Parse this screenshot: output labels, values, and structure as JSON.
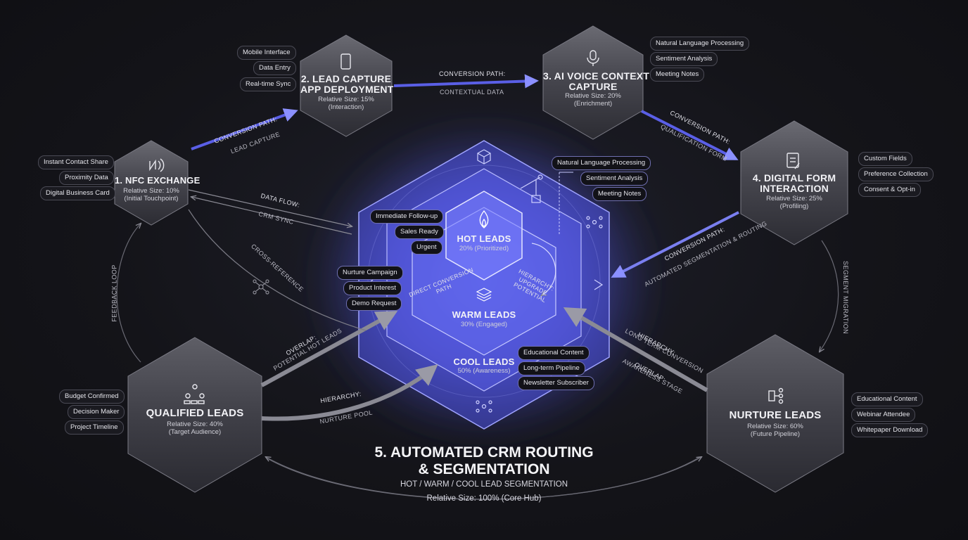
{
  "nodes": {
    "nfc": {
      "title": "1. NFC EXCHANGE",
      "size": "Relative Size: 10%",
      "role": "(Initial Touchpoint)",
      "tags": [
        "Instant Contact Share",
        "Proximity Data",
        "Digital Business Card"
      ]
    },
    "lead_capture": {
      "title_line1": "2. LEAD CAPTURE",
      "title_line2": "APP DEPLOYMENT",
      "size": "Relative Size: 15%",
      "role": "(Interaction)",
      "tags": [
        "Mobile Interface",
        "Data Entry",
        "Real-time Sync"
      ]
    },
    "ai_voice": {
      "title_line1": "3. AI VOICE CONTEXT",
      "title_line2": "CAPTURE",
      "size": "Relative Size: 20%",
      "role": "(Enrichment)",
      "tags": [
        "Natural Language Processing",
        "Sentiment Analysis",
        "Meeting Notes"
      ]
    },
    "digital_form": {
      "title_line1": "4. DIGITAL FORM",
      "title_line2": "INTERACTION",
      "size": "Relative Size: 25%",
      "role": "(Profiling)",
      "tags": [
        "Custom Fields",
        "Preference Collection",
        "Consent & Opt-in"
      ]
    },
    "qualified": {
      "title": "QUALIFIED LEADS",
      "size": "Relative Size: 40%",
      "role": "(Target Audience)",
      "tags": [
        "Budget Confirmed",
        "Decision Maker",
        "Project Timeline"
      ]
    },
    "nurture": {
      "title": "NURTURE LEADS",
      "size": "Relative Size: 60%",
      "role": "(Future Pipeline)",
      "tags": [
        "Educational Content",
        "Webinar Attendee",
        "Whitepaper Download"
      ]
    }
  },
  "hub": {
    "title_line1": "5. AUTOMATED CRM ROUTING",
    "title_line2": "& SEGMENTATION",
    "subtitle": "HOT / WARM / COOL LEAD SEGMENTATION",
    "size": "Relative Size: 100% (Core Hub)",
    "hot": {
      "title": "HOT LEADS",
      "desc": "20% (Prioritized)",
      "tags": [
        "Immediate Follow-up",
        "Sales Ready",
        "Urgent"
      ]
    },
    "warm": {
      "title": "WARM LEADS",
      "desc": "30% (Engaged)",
      "tags": [
        "Nurture Campaign",
        "Product Interest",
        "Demo Request"
      ]
    },
    "cool": {
      "title": "COOL LEADS",
      "desc": "50% (Awareness)",
      "tags": [
        "Educational Content",
        "Long-term Pipeline",
        "Newsletter Subscriber"
      ]
    },
    "ai_tags": [
      "Natural Language Processing",
      "Sentiment Analysis",
      "Meeting Notes"
    ],
    "inner_labels": {
      "direct": "DIRECT CONVERSION PATH",
      "hierarchy": "HIERARCHY: UPGRADE POTENTIAL"
    }
  },
  "connectors": {
    "nfc_to_app": [
      "CONVERSION PATH:",
      "LEAD CAPTURE"
    ],
    "app_to_ai": [
      "CONVERSION PATH:",
      "CONTEXTUAL DATA"
    ],
    "ai_to_form": [
      "CONVERSION PATH:",
      "QUALIFICATION FORM"
    ],
    "form_to_hub": [
      "CONVERSION PATH:",
      "AUTOMATED SEGMENTATION & ROUTING"
    ],
    "nfc_hub": [
      "DATA FLOW:",
      "CRM SYNC"
    ],
    "cross_reference": "CROSS-REFERENCE",
    "qualified_to_hot": [
      "OVERLAP:",
      "POTENTIAL HOT LEADS"
    ],
    "qualified_to_cool": [
      "HIERARCHY:",
      "NURTURE POOL"
    ],
    "nurture_to_warm": [
      "HIERARCHY:",
      "LONG TERM CONVERSION"
    ],
    "nurture_overlap": [
      "OVERLAP:",
      "AWARENESS STAGE"
    ],
    "feedback_loop": "FEEDBACK LOOP",
    "segment_migration": "SEGMENT MIGRATION"
  }
}
